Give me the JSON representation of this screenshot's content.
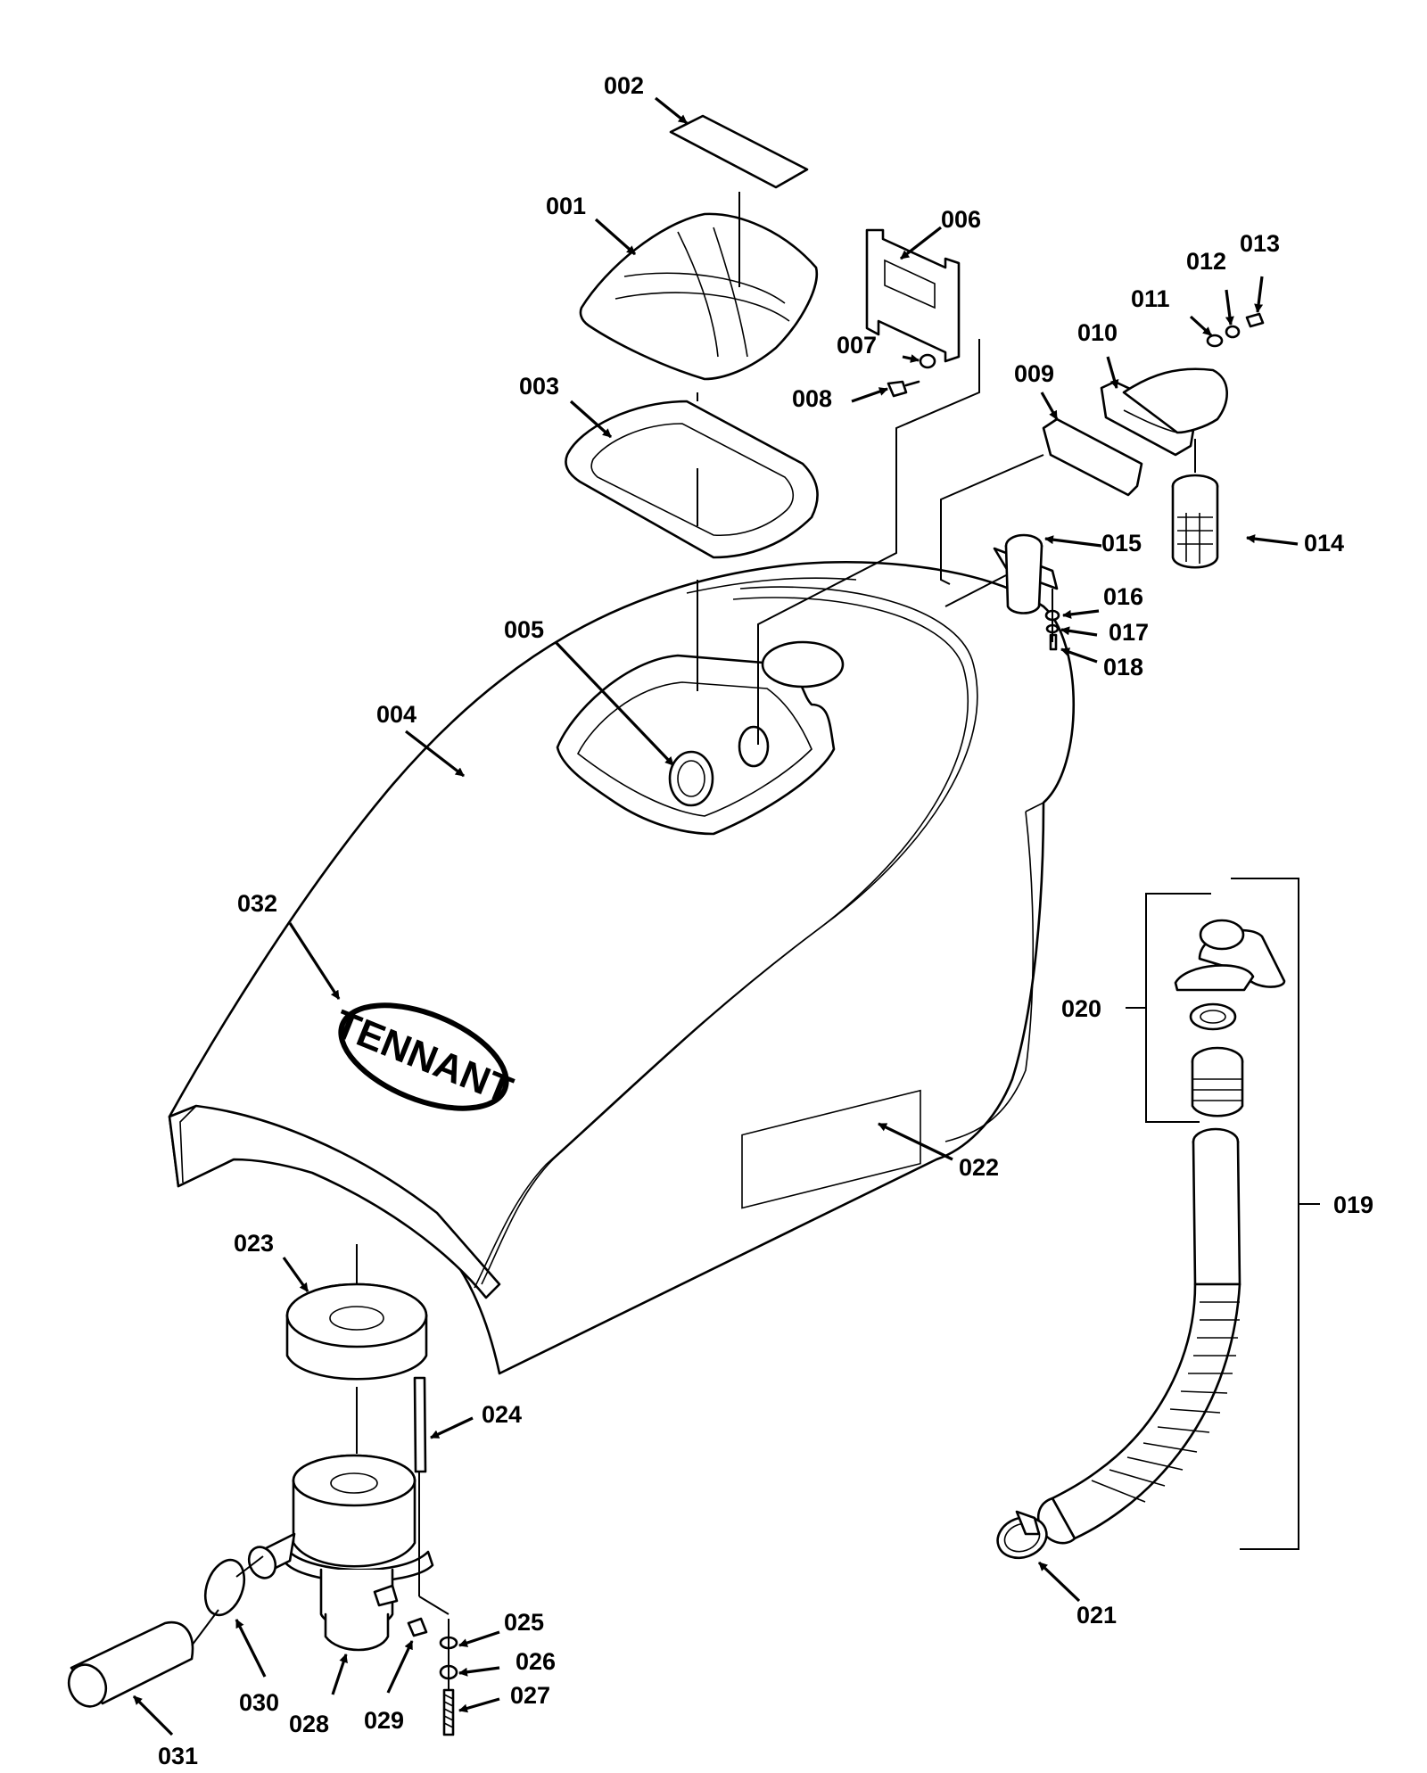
{
  "logo": {
    "text": "TENNANT"
  },
  "callouts": [
    {
      "id": "c001",
      "label": "001"
    },
    {
      "id": "c002",
      "label": "002"
    },
    {
      "id": "c003",
      "label": "003"
    },
    {
      "id": "c004",
      "label": "004"
    },
    {
      "id": "c005",
      "label": "005"
    },
    {
      "id": "c006",
      "label": "006"
    },
    {
      "id": "c007",
      "label": "007"
    },
    {
      "id": "c008",
      "label": "008"
    },
    {
      "id": "c009",
      "label": "009"
    },
    {
      "id": "c010",
      "label": "010"
    },
    {
      "id": "c011",
      "label": "011"
    },
    {
      "id": "c012",
      "label": "012"
    },
    {
      "id": "c013",
      "label": "013"
    },
    {
      "id": "c014",
      "label": "014"
    },
    {
      "id": "c015",
      "label": "015"
    },
    {
      "id": "c016",
      "label": "016"
    },
    {
      "id": "c017",
      "label": "017"
    },
    {
      "id": "c018",
      "label": "018"
    },
    {
      "id": "c019",
      "label": "019"
    },
    {
      "id": "c020",
      "label": "020"
    },
    {
      "id": "c021",
      "label": "021"
    },
    {
      "id": "c022",
      "label": "022"
    },
    {
      "id": "c023",
      "label": "023"
    },
    {
      "id": "c024",
      "label": "024"
    },
    {
      "id": "c025",
      "label": "025"
    },
    {
      "id": "c026",
      "label": "026"
    },
    {
      "id": "c027",
      "label": "027"
    },
    {
      "id": "c028",
      "label": "028"
    },
    {
      "id": "c029",
      "label": "029"
    },
    {
      "id": "c030",
      "label": "030"
    },
    {
      "id": "c031",
      "label": "031"
    },
    {
      "id": "c032",
      "label": "032"
    }
  ]
}
